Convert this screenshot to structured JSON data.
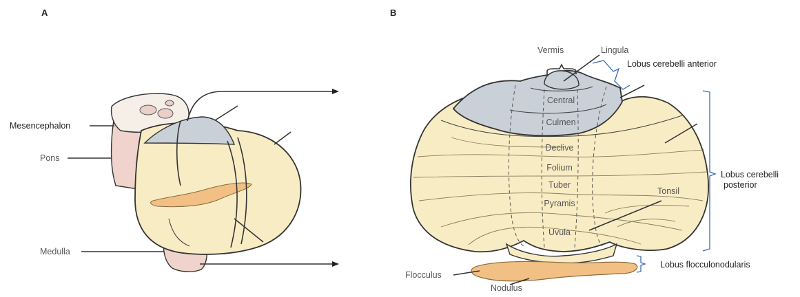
{
  "panels": {
    "a": "A",
    "b": "B"
  },
  "figure_a": {
    "mesencephalon": "Mesencephalon",
    "pons": "Pons",
    "medulla": "Medulla"
  },
  "figure_b": {
    "vermis": "Vermis",
    "lingula": "Lingula",
    "central": "Central",
    "culmen": "Culmen",
    "declive": "Declive",
    "folium": "Folium",
    "tuber": "Tuber",
    "pyramis": "Pyramis",
    "uvula": "Uvula",
    "tonsil": "Tonsil",
    "flocculus": "Flocculus",
    "nodulus": "Nodulus",
    "lobus_anterior": "Lobus cerebelli anterior",
    "lobus_posterior_line1": "Lobus cerebelli",
    "lobus_posterior_line2": "posterior",
    "lobus_flocculonodularis": "Lobus flocculonodularis"
  },
  "colors": {
    "tissue_yellow": "#f8ecc4",
    "anterior_grey": "#c9d0d8",
    "flocculonodular_orange": "#f2c084",
    "brainstem_pink": "#efd3cc",
    "brace_blue": "#3a6bb0"
  }
}
